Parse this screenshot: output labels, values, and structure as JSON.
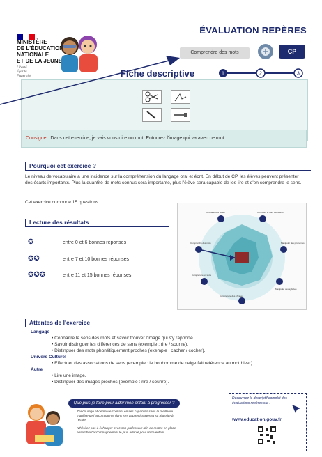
{
  "header": {
    "ministry_lines": [
      "MINISTÈRE",
      "DE L'ÉDUCATION",
      "NATIONALE",
      "ET DE LA JEUNESSE"
    ],
    "motto": [
      "Liberté",
      "Égalité",
      "Fraternité"
    ],
    "title": "ÉVALUATION REPÈRES",
    "skill": "Comprendre des mots",
    "grade": "CP",
    "fiche": "Fiche descriptive",
    "steps": [
      "1",
      "2",
      "3"
    ]
  },
  "colors": {
    "navy": "#1e2b6e",
    "teal_bg": "#eaf4f3",
    "flag_blue": "#000091",
    "flag_red": "#e1000f"
  },
  "exercise": {
    "consigne_label": "Consigne",
    "consigne_text": " : Dans cet exercice, je vais vous dire un mot. Entourez l'image qui va avec ce mot."
  },
  "pourquoi": {
    "heading": "Pourquoi cet exercice ?",
    "text": "Le niveau de vocabulaire a une incidence sur la compréhension du langage oral et écrit. En début de CP, les élèves peuvent présenter des écarts importants. Plus la quantité de mots connus sera importante, plus l'élève sera capable de les lire et d'en comprendre le sens.",
    "count": "Cet exercice comporte 15 questions."
  },
  "lecture": {
    "heading": "Lecture des résultats",
    "rows": [
      {
        "dots": "✪",
        "text": "entre 0 et 6 bonnes réponses"
      },
      {
        "dots": "✪✪",
        "text": "entre 7 et 10 bonnes réponses"
      },
      {
        "dots": "✪✪✪",
        "text": "entre 11 et 15 bonnes réponses"
      }
    ]
  },
  "radar": {
    "labels": [
      "Comprendre des mots",
      "Connaître le nom des lettres",
      "Manipuler des phonèmes",
      "Manipuler des syllabes",
      "Comprendre des phrases",
      "Comprendre un texte",
      "Comparer des suites"
    ]
  },
  "attentes": {
    "heading": "Attentes de l'exercice",
    "groups": [
      {
        "title": "Langage",
        "items": [
          "Connaître le sens des mots et savoir trouver l'image qui s'y rapporte.",
          "Savoir distinguer les différences de sens (exemple : rire / sourire).",
          "Distinguer des mots phonétiquement proches (exemple : cacher / cocher)."
        ]
      },
      {
        "title": "Univers Culturel",
        "items": [
          "Effectuer des associations de sens (exemple : le bonhomme de neige fait référence au mot hiver)."
        ]
      },
      {
        "title": "Autre",
        "items": [
          "Lire une image.",
          "Distinguer des images proches (exemple : rire / sourire)."
        ]
      }
    ]
  },
  "footer": {
    "bubble": "Que puis-je faire pour aider mon enfant à progresser ?",
    "advice1": "J'encourage et demeure confiant en ses capacités sans la meilleure manière de l'accompagner dans ses apprentissages et sa réussite à l'école.",
    "advice2": "N'hésitez pas à échanger avec son professeur afin de mettre en place ensemble l'accompagnement le plus adapté pour votre enfant.",
    "link_text": "Découvrez le descriptif complet des évaluations repères sur :",
    "url": "www.education.gouv.fr"
  }
}
